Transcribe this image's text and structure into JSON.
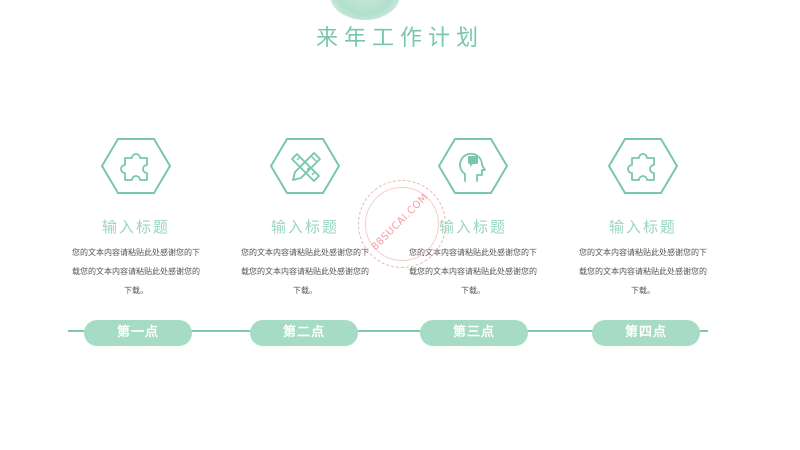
{
  "page": {
    "title": "来年工作计划"
  },
  "colors": {
    "accent": "#78c7a9",
    "accent_light": "#a6dcc6",
    "text_dark": "#555555"
  },
  "cards": [
    {
      "icon": "puzzle-icon",
      "title": "输入标题",
      "desc": "您的文本内容请粘贴此处感谢您的下载您的文本内容请粘贴此处感谢您的下载。"
    },
    {
      "icon": "pencil-ruler-icon",
      "title": "输入标题",
      "desc": "您的文本内容请粘贴此处感谢您的下载您的文本内容请粘贴此处感谢您的下载。"
    },
    {
      "icon": "head-chat-icon",
      "title": "输入标题",
      "desc": "您的文本内容请粘贴此处感谢您的下载您的文本内容请粘贴此处感谢您的下载。"
    },
    {
      "icon": "puzzle-icon",
      "title": "输入标题",
      "desc": "您的文本内容请粘贴此处感谢您的下载您的文本内容请粘贴此处感谢您的下载。"
    }
  ],
  "timeline": {
    "steps": [
      "第一点",
      "第二点",
      "第三点",
      "第四点"
    ]
  },
  "watermark": {
    "text": "88SUCAI.COM"
  }
}
